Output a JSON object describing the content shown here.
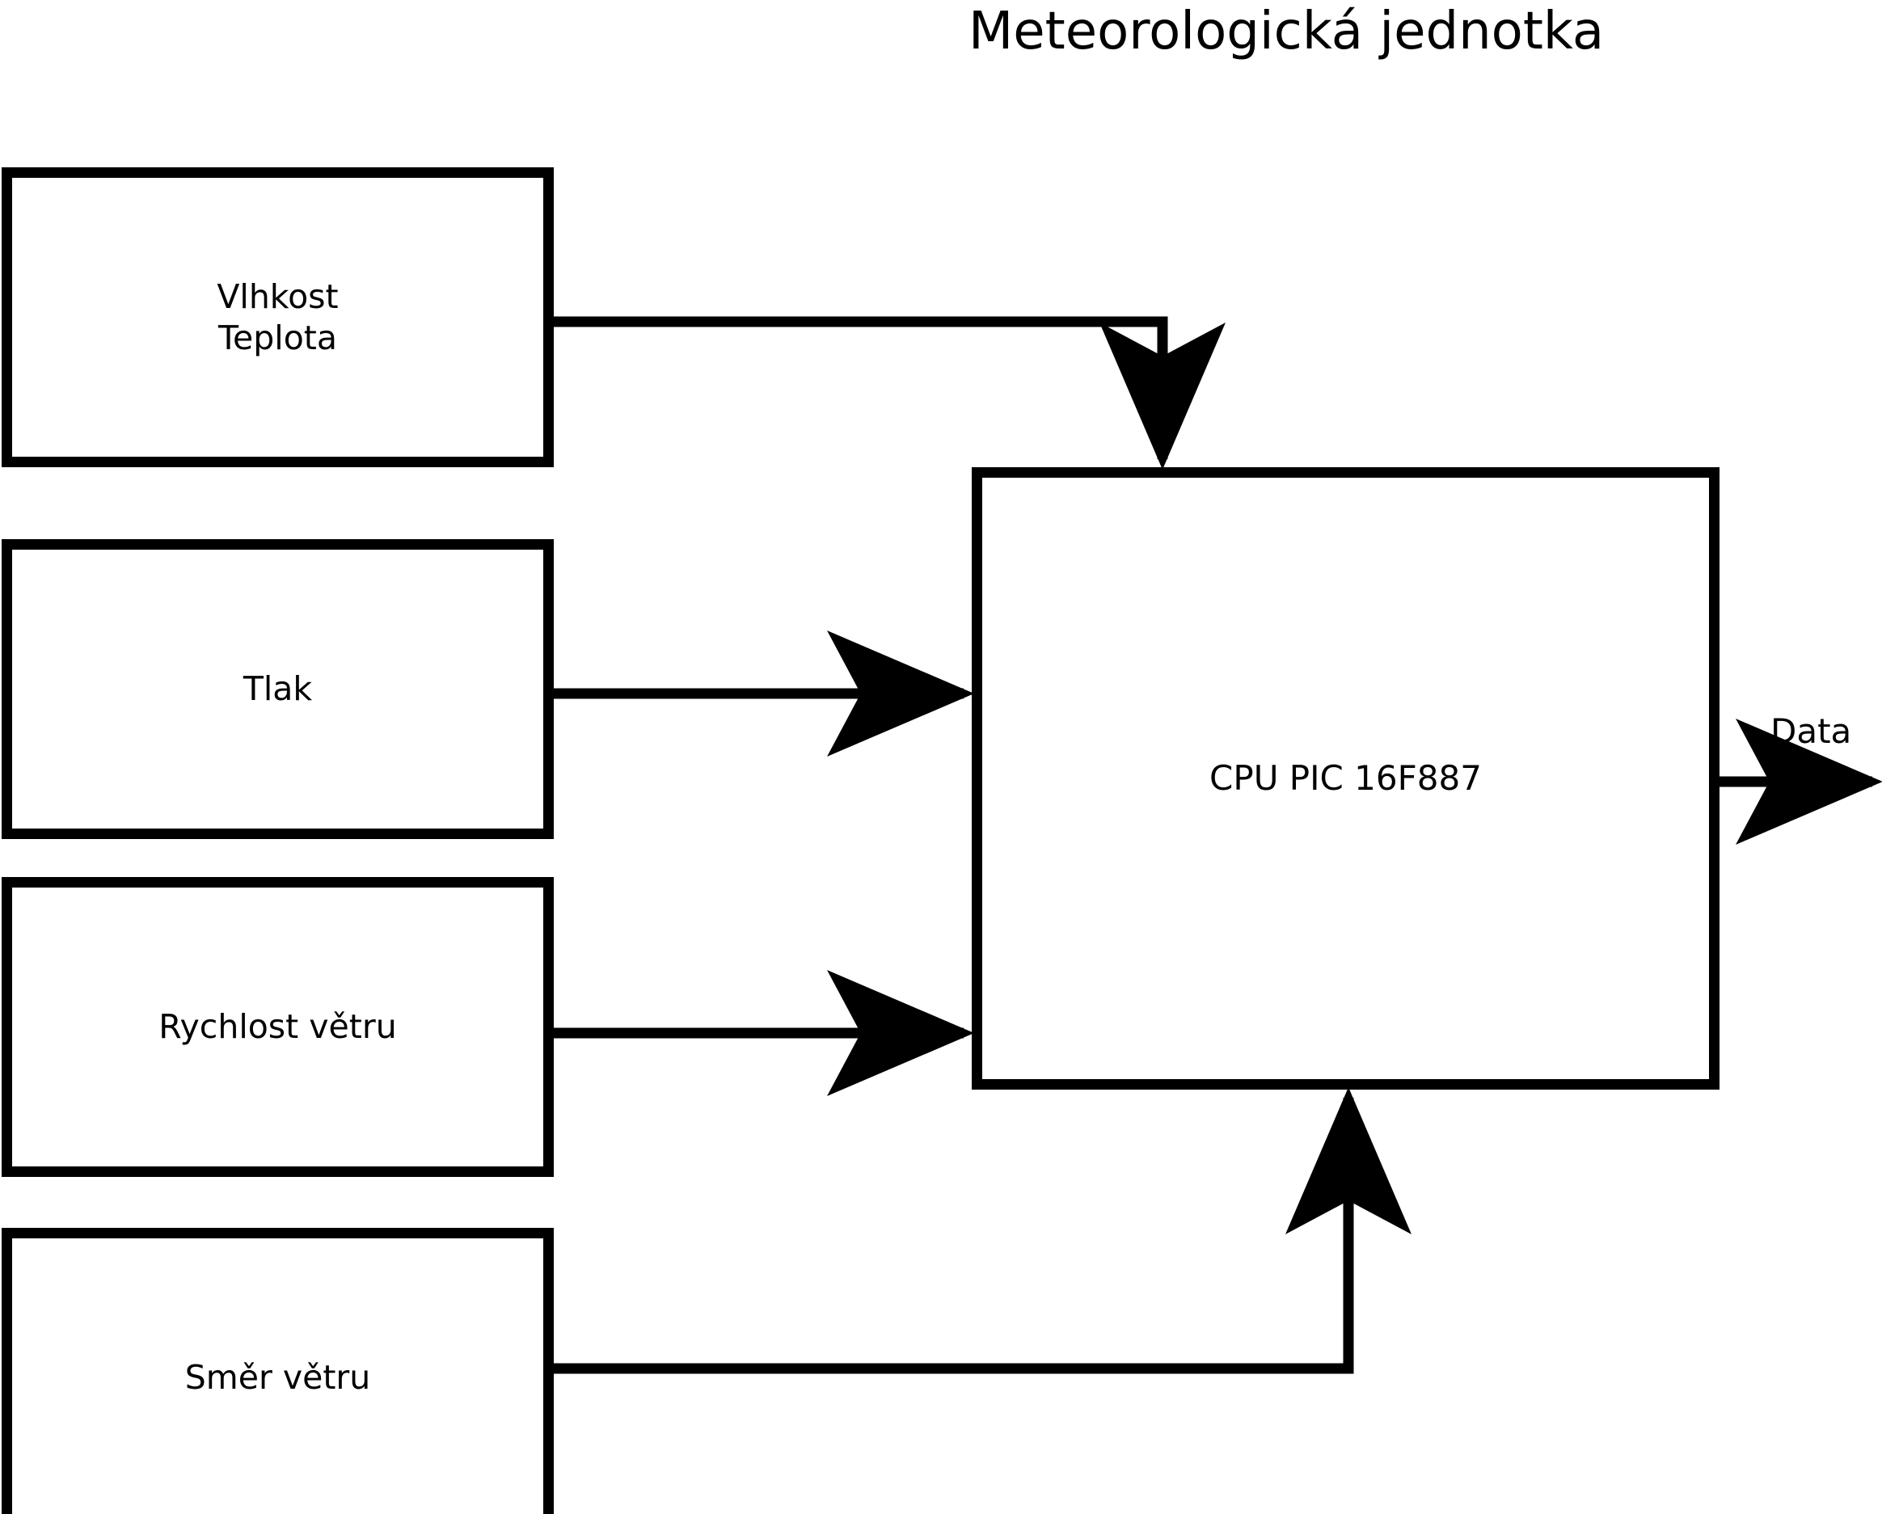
{
  "title": "Meteorologická jednotka",
  "colors": {
    "background": "#ffffff",
    "stroke": "#000000",
    "text": "#000000"
  },
  "blocks": [
    {
      "id": "humidity-temp",
      "label": "Vlhkost\nTeplota"
    },
    {
      "id": "pressure",
      "label": "Tlak"
    },
    {
      "id": "wind-speed",
      "label": "Rychlost větru"
    },
    {
      "id": "wind-dir",
      "label": "Směr větru"
    },
    {
      "id": "cpu",
      "label": "CPU PIC 16F887"
    }
  ],
  "edges": [
    {
      "id": "humidity-to-cpu",
      "from": "humidity-temp",
      "to": "cpu",
      "label": ""
    },
    {
      "id": "pressure-to-cpu",
      "from": "pressure",
      "to": "cpu",
      "label": ""
    },
    {
      "id": "windspeed-to-cpu",
      "from": "wind-speed",
      "to": "cpu",
      "label": ""
    },
    {
      "id": "winddir-to-cpu",
      "from": "wind-dir",
      "to": "cpu",
      "label": ""
    },
    {
      "id": "cpu-to-output",
      "from": "cpu",
      "to": "",
      "label": "Data"
    }
  ],
  "output": {
    "label": "Data"
  }
}
